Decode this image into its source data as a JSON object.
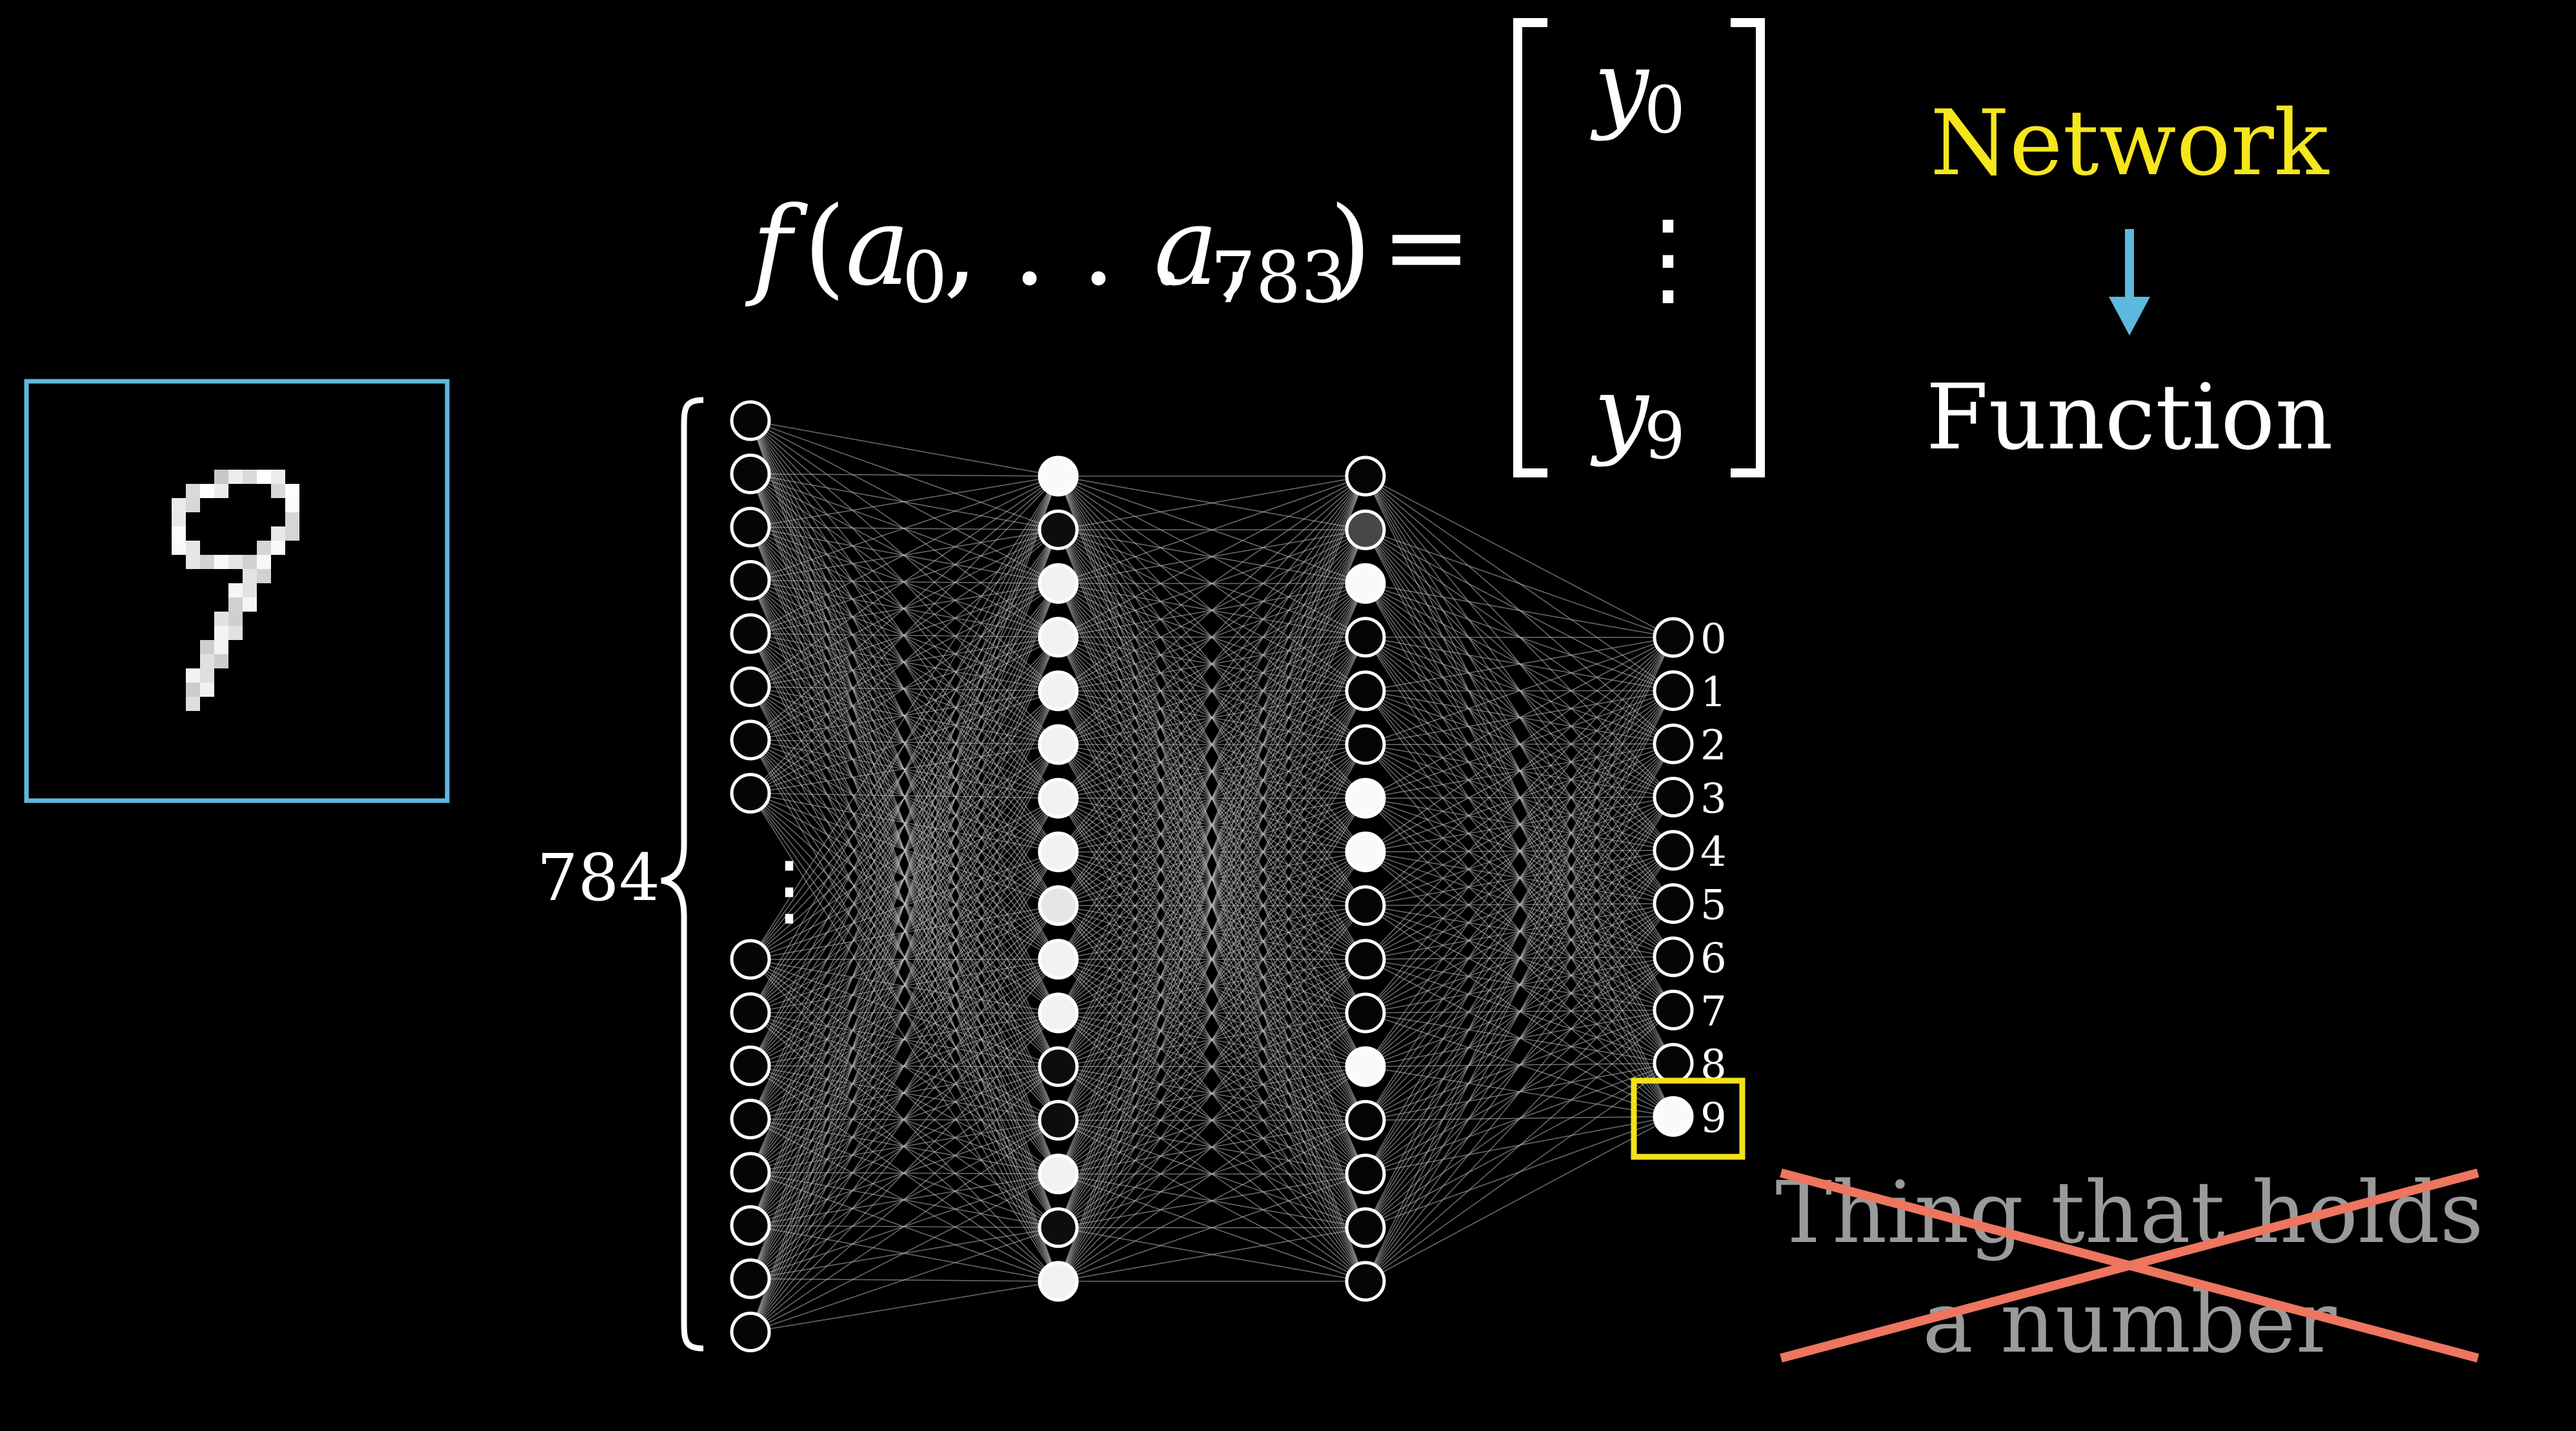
{
  "formula": {
    "f": "f",
    "open_paren": "(",
    "a": "a",
    "sub_first": "0",
    "comma_dots": ", . . . ,",
    "sub_last": "783",
    "close_paren": ")",
    "equals": "=",
    "y": "y",
    "y_sub_top": "0",
    "vertical_dots": "⋮",
    "y_sub_bottom": "9"
  },
  "input_image": {
    "digit": "9",
    "frame_color": "#5db9dd"
  },
  "input_count_label": "784",
  "network": {
    "input_layer_top": [
      0.02,
      0.02,
      0.02,
      0.02,
      0.02,
      0.02,
      0.02,
      0.02
    ],
    "input_layer_bottom": [
      0.02,
      0.02,
      0.02,
      0.02,
      0.02,
      0.02,
      0.02,
      0.02
    ],
    "input_ellipsis": "⋮",
    "hidden_layer_1": [
      0.98,
      0.05,
      0.95,
      0.95,
      0.95,
      0.95,
      0.95,
      0.95,
      0.9,
      0.95,
      0.95,
      0.05,
      0.05,
      0.95,
      0.05,
      0.95
    ],
    "hidden_layer_2": [
      0.02,
      0.28,
      0.98,
      0.02,
      0.02,
      0.02,
      0.98,
      0.98,
      0.02,
      0.02,
      0.02,
      0.98,
      0.02,
      0.02,
      0.02,
      0.02
    ],
    "output_layer": [
      0.02,
      0.02,
      0.02,
      0.02,
      0.02,
      0.02,
      0.02,
      0.02,
      0.02,
      0.98
    ],
    "output_labels": [
      "0",
      "1",
      "2",
      "3",
      "4",
      "5",
      "6",
      "7",
      "8",
      "9"
    ],
    "highlighted_output": 9,
    "highlight_color": "#f2e11c"
  },
  "right_panel": {
    "network_label": "Network",
    "network_color": "#f5e61d",
    "arrow_color": "#5db9dd",
    "function_label": "Function",
    "crossed_line1": "Thing that holds",
    "crossed_line2": "a number",
    "cross_color": "#ee7560"
  }
}
